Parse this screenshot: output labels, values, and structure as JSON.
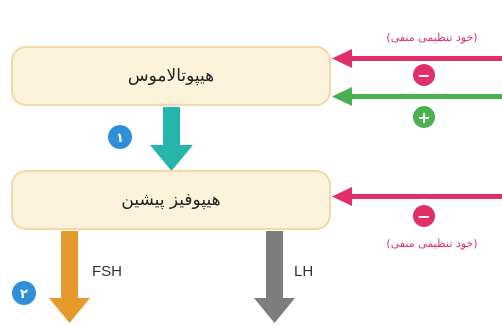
{
  "boxes": {
    "hypothalamus": "هیپوتالاموس",
    "pituitary": "هیپوفیز پیشین"
  },
  "feedback": {
    "top_negative_label": "(خود تنظیمی منفی)",
    "bottom_negative_label": "(خود تنظیمی منفی)",
    "minus_sign": "−",
    "plus_sign": "+"
  },
  "hormones": {
    "fsh": "FSH",
    "lh": "LH"
  },
  "badges": {
    "one": "۱",
    "two": "۲"
  },
  "colors": {
    "box_fill": "#fdf3dc",
    "box_stroke": "#f3d9a3",
    "teal_arrow": "#26b5ad",
    "negative": "#e0306a",
    "positive": "#4caf50",
    "fsh_arrow": "#e59a2b",
    "lh_arrow": "#7d7d7d",
    "badge": "#2f8fd8",
    "label_red": "#e0306a"
  }
}
